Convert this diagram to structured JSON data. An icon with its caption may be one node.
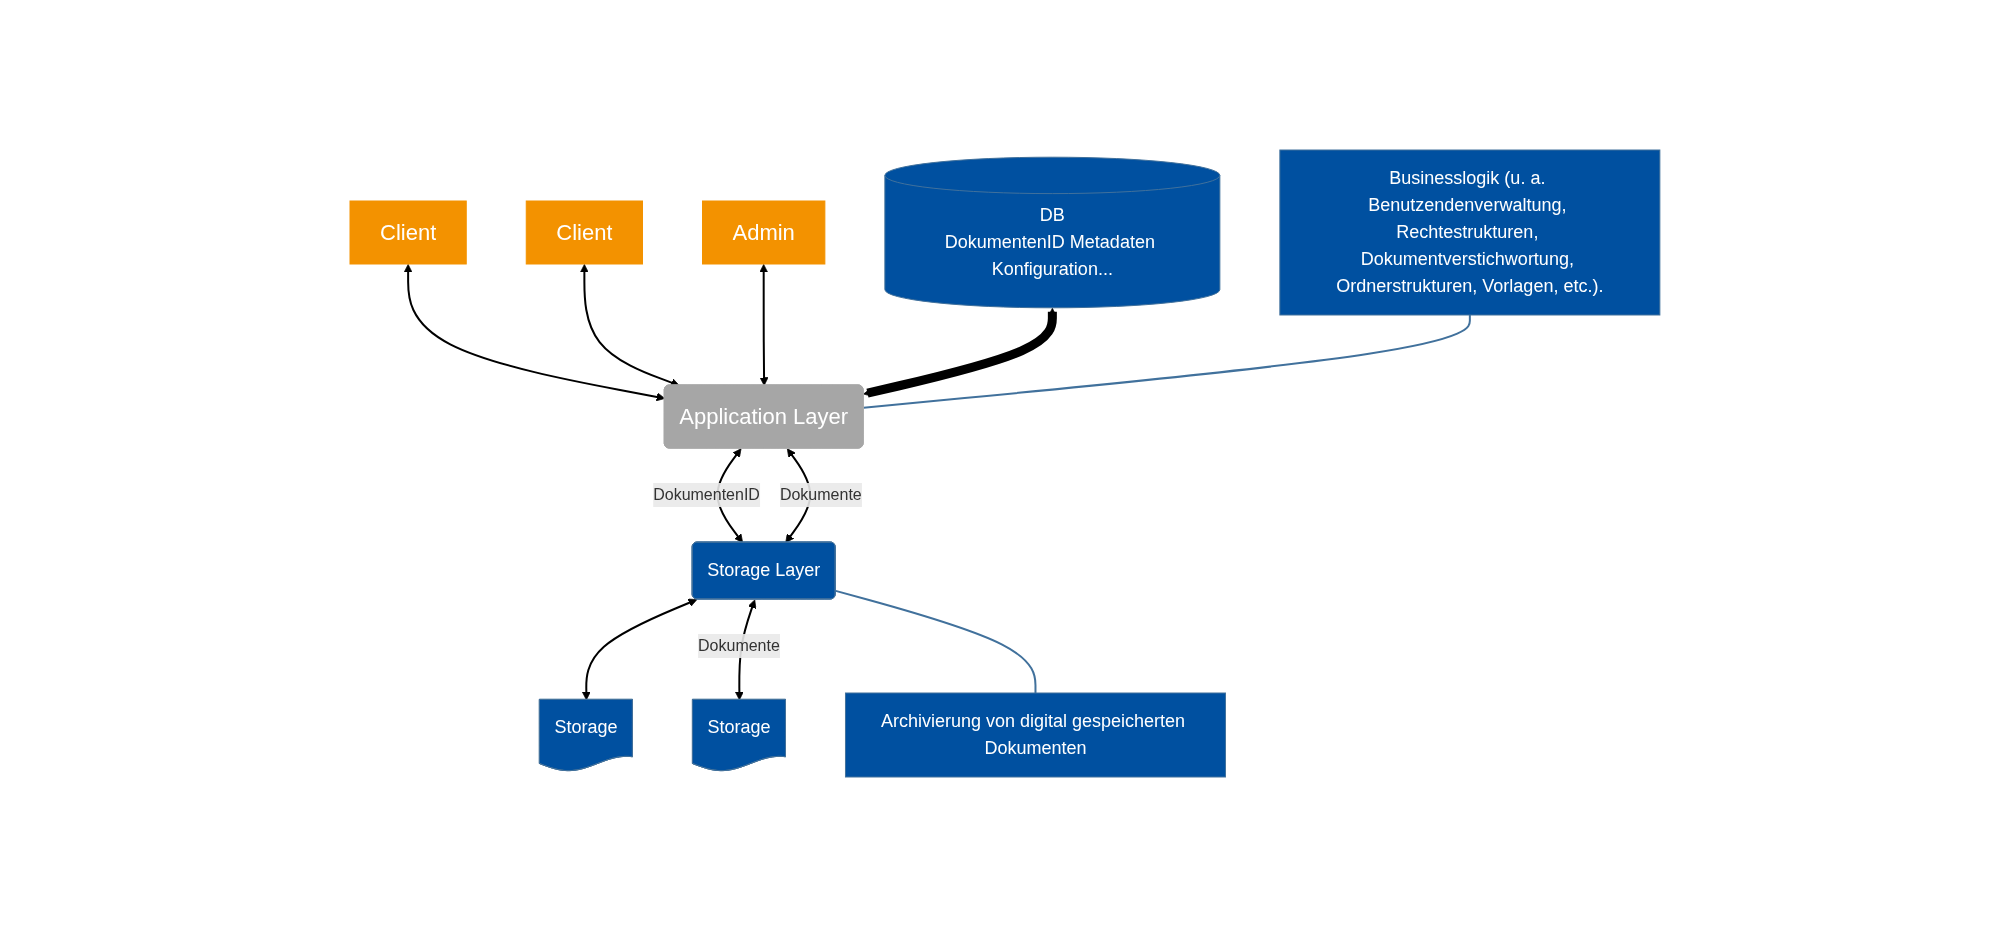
{
  "diagram": {
    "nodes": [
      {
        "text": [
          "Client"
        ]
      },
      {
        "text": [
          "Client"
        ]
      },
      {
        "text": [
          "Admin"
        ]
      },
      {
        "text": [
          "DB",
          "DokumentenID Metadaten Konfiguration..."
        ]
      },
      {
        "text": [
          "Application Layer"
        ]
      },
      {
        "text": [
          "Storage Layer"
        ]
      },
      {
        "text": [
          "Storage"
        ]
      },
      {
        "text": [
          "Storage"
        ]
      },
      {
        "text": [
          "Businesslogik (u. a. Benutzendenverwaltung, Rechtestrukturen, Dokumentverstichwortung, Ordnerstrukturen, Vorlagen, etc.)."
        ]
      },
      {
        "text": [
          "Archivierung von digital gespeicherten Dokumenten"
        ]
      }
    ],
    "edges": [
      {
        "from": 0,
        "to": 4,
        "arrow": "both"
      },
      {
        "from": 1,
        "to": 4,
        "arrow": "both"
      },
      {
        "from": 2,
        "to": 4,
        "arrow": "both"
      },
      {
        "from": 3,
        "to": 4,
        "arrow": "both",
        "style": "thick"
      },
      {
        "from": 4,
        "to": 5,
        "arrow": "both",
        "label": "DokumentenID"
      },
      {
        "from": 4,
        "to": 5,
        "arrow": "both",
        "label": "Dokumente"
      },
      {
        "from": 5,
        "to": 6,
        "arrow": "both"
      },
      {
        "from": 5,
        "to": 7,
        "arrow": "both",
        "label": "Dokumente"
      },
      {
        "from": 8,
        "to": 4,
        "arrow": "none",
        "color": "#41719c"
      },
      {
        "from": 9,
        "to": 5,
        "arrow": "none",
        "color": "#41719c"
      }
    ]
  }
}
